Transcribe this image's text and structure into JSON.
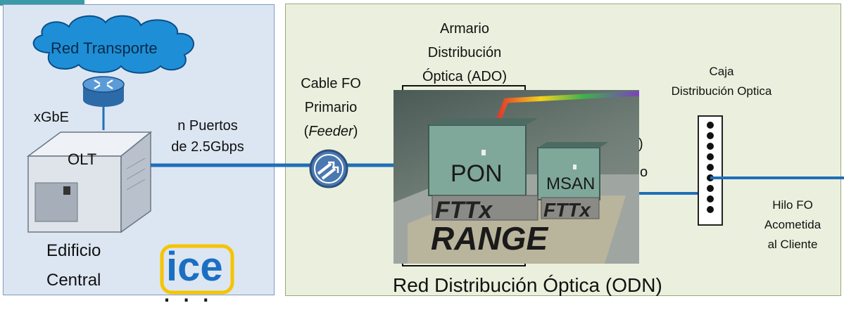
{
  "cloud": {
    "label": "Red Transporte",
    "fill": "#1e8fd6"
  },
  "central": {
    "xgbe_label": "xGbE",
    "olt_label": "OLT",
    "ports_label_1": "n Puertos",
    "ports_label_2": "de 2.5Gbps",
    "building_label_1": "Edificio",
    "building_label_2": "Central",
    "logo_text": "ice"
  },
  "feeder": {
    "line1": "Cable FO",
    "line2": "Primario",
    "line3_open": "(",
    "line3_italic": "Feeder",
    "line3_close": ")"
  },
  "ado": {
    "line1": "Armario",
    "line2": "Distribución",
    "line3": "Óptica (ADO)"
  },
  "photo": {
    "cabinet_1": "PON",
    "cabinet_2": "MSAN",
    "plate_1": "FTTx",
    "plate_2": "FTTx",
    "base": "RANGE"
  },
  "partial_labels": {
    "a": ")",
    "b": "o"
  },
  "caja": {
    "line1": "Caja",
    "line2": "Distribución Optica"
  },
  "drop": {
    "line1": "Hilo FO",
    "line2": "Acometida",
    "line3": "al Cliente"
  },
  "odn_title": "Red Distribución Óptica (ODN)",
  "colors": {
    "fiber": "#1f6fb8",
    "cloud": "#1e8fd6",
    "logo_yellow": "#f5c400",
    "logo_blue": "#1b6fc2"
  }
}
